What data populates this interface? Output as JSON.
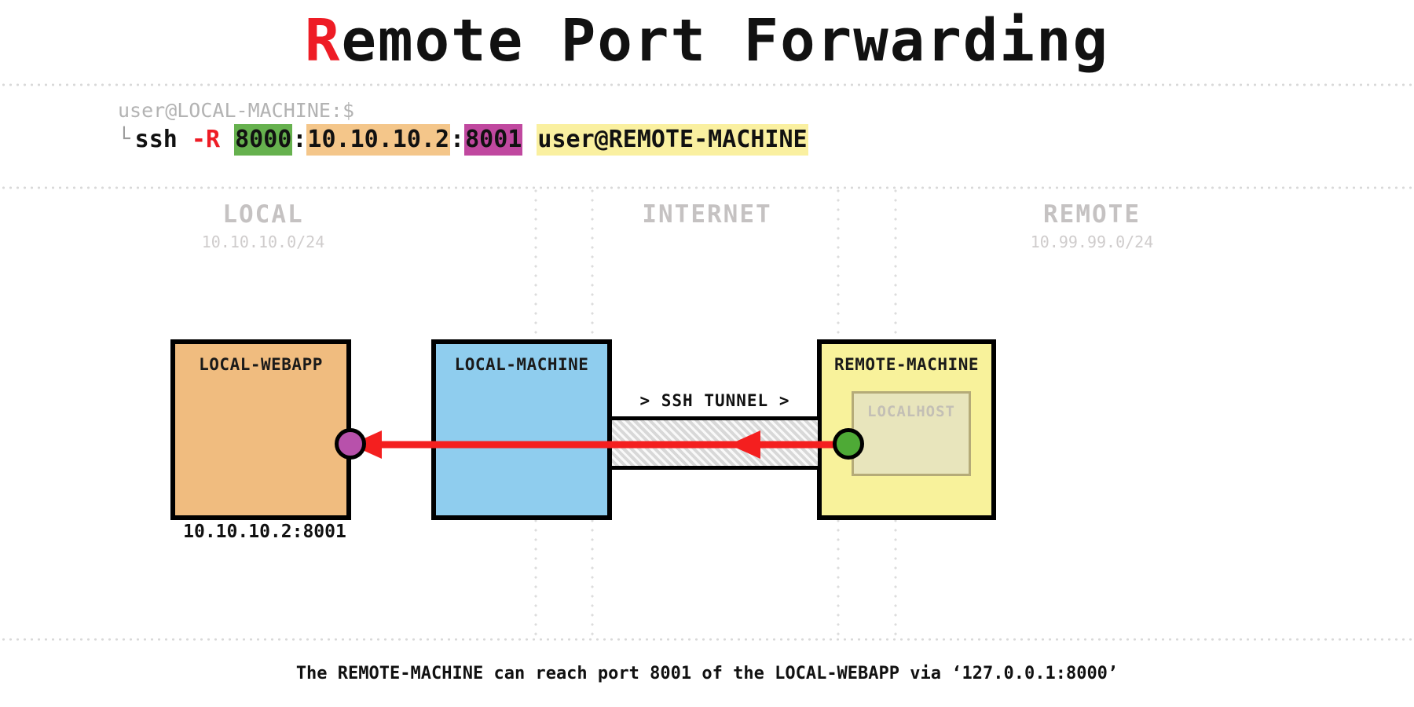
{
  "title": {
    "accent_letter": "R",
    "rest": "emote Port Forwarding",
    "accent_color": "#ee1c25"
  },
  "command": {
    "prompt": "user@LOCAL-MACHINE:$",
    "corner_glyph": "└",
    "program": "ssh ",
    "flag": "-R",
    "space_after_flag": " ",
    "bind_port": "8000",
    "colon1": ":",
    "target_host": "10.10.10.2",
    "colon2": ":",
    "target_port": "8001",
    "space_before_dest": " ",
    "destination": "user@REMOTE-MACHINE",
    "highlight_colors": {
      "bind_port": "#66b14e",
      "target_host": "#f4c68a",
      "target_port": "#c0489f",
      "destination": "#faf0a0"
    }
  },
  "zones": [
    {
      "name": "LOCAL",
      "subnet": "10.10.10.0/24"
    },
    {
      "name": "INTERNET",
      "subnet": ""
    },
    {
      "name": "REMOTE",
      "subnet": "10.99.99.0/24"
    }
  ],
  "nodes": {
    "local_webapp": {
      "label": "LOCAL-WEBAPP",
      "address": "10.10.10.2:8001",
      "color": "#f0bc7f"
    },
    "local_machine": {
      "label": "LOCAL-MACHINE",
      "color": "#8fcdee"
    },
    "remote_machine": {
      "label": "REMOTE-MACHINE",
      "color": "#f8f29b",
      "inner": {
        "label": "LOCALHOST",
        "color": "#e8e5bc"
      }
    }
  },
  "tunnel": {
    "label": "> SSH TUNNEL >",
    "arrow_color": "#f41f1f",
    "arrow_direction": "right-to-left"
  },
  "endpoints": {
    "webapp_dot_color": "#b851ab",
    "remote_dot_color": "#4eaa36"
  },
  "caption": "The REMOTE-MACHINE can reach port 8001 of the LOCAL-WEBAPP via ‘127.0.0.1:8000’"
}
